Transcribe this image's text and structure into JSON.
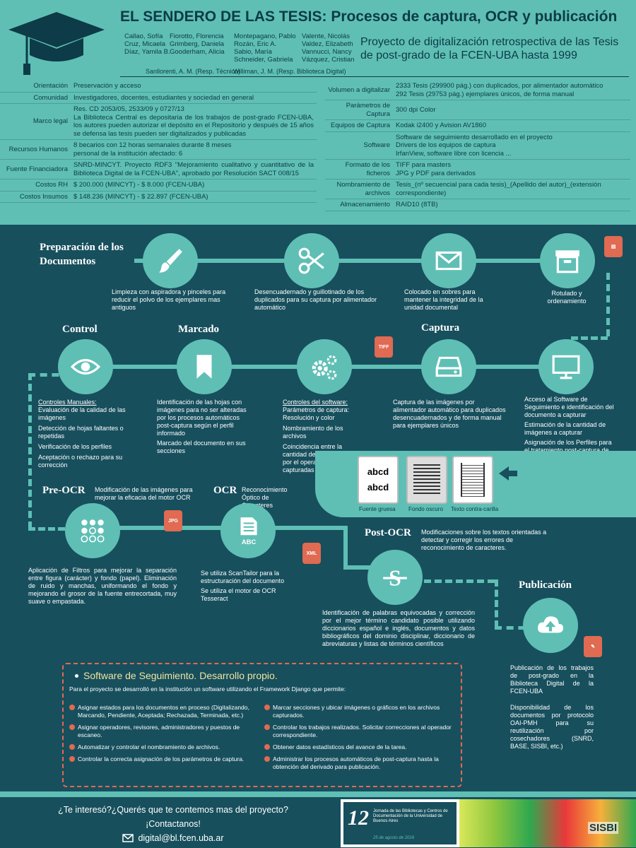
{
  "header": {
    "title": "EL SENDERO DE LAS TESIS: Procesos de captura, OCR y publicación",
    "authors_col1": "Callao, Sofía\nCruz, Micaela\nDíaz, Yamila B.",
    "authors_col2": "Fiorotto, Florencia\nGrimberg, Daniela\nGooderham, Alicia",
    "authors_col3": "Montepagano, Pablo\nRozán, Eric A.\nSabio, María\nSchneider, Gabriela",
    "authors_col4": "Valente, Nicolás\nValdez, Elizabeth\nVannucci, Nancy\nVázquez, Cristian",
    "subtitle": "Proyecto de digitalización retrospectiva de las Tesis de post-grado de la FCEN-UBA hasta 1999",
    "resp_tecnico": "Sanllorenti, A. M. (Resp. Técnico)",
    "resp_biblioteca": "Williman, J. M. (Resp. Biblioteca Digital)"
  },
  "info_left": [
    {
      "k": "Orientación",
      "v": "Preservación y acceso"
    },
    {
      "k": "Comunidad",
      "v": "Investigadores, docentes, estudiantes y sociedad en general"
    },
    {
      "k": "Marco legal",
      "v": "Res. CD 2053/05, 2533/09 y 0727/13\nLa Biblioteca Central es depositaria de los trabajos de post-grado FCEN-UBA, los autores pueden autorizar el depósito en el Repositorio y después de 15 años se defensa las tesis pueden ser digitalizados y publicadas"
    },
    {
      "k": "Recursos Humanos",
      "v": "8 becarios con 12 horas semanales durante 8 meses\npersonal de la institución afectado: 6"
    },
    {
      "k": "Fuente Financiadora",
      "v": "SNRD-MINCYT. Proyecto RDF3 \"Mejoramiento cualitativo y cuantitativo de la Biblioteca Digital de la FCEN-UBA\", aprobado por Resolución SACT 008/15"
    },
    {
      "k": "Costos RH",
      "v": "$ 200.000 (MINCYT)  -  $ 8.000 (FCEN-UBA)"
    },
    {
      "k": "Costos Insumos",
      "v": "$ 148.236 (MINCYT)  -  $ 22.897 (FCEN-UBA)"
    }
  ],
  "info_right": [
    {
      "k": "Volumen a digitalizar",
      "v": "2333 Tesis (299900 pág.) con duplicados, por alimentador automático\n292 Tesis (29753 pág.) ejemplares únicos, de forma manual"
    },
    {
      "k": "Parámetros de Captura",
      "v": "300 dpi Color"
    },
    {
      "k": "Equipos de Captura",
      "v": "Kodak i2400 y Avision AV1860"
    },
    {
      "k": "Software",
      "v": "Software de seguimiento desarrollado en el proyecto\nDrivers de los equipos de captura\nIrfanView, software libre con licencia ..."
    },
    {
      "k": "Formato de los ficheros",
      "v": "TIFF para masters\nJPG y PDF para derivados"
    },
    {
      "k": "Nombramiento de archivos",
      "v": "Tesis_(nº secuencial para cada tesis)_(Apellido del autor)_(extensión correspondiente)"
    },
    {
      "k": "Almacenamiento",
      "v": "RAID10  (8TB)"
    }
  ],
  "flow": {
    "preparacion_title": "Preparación de los Documentos",
    "prep1": "Limpieza con aspiradora y pinceles para reducir el polvo de los ejemplares mas antiguos",
    "prep2": "Desencuadernado y guillotinado de los duplicados para su captura por alimentador automático",
    "prep3": "Colocado en sobres para mantener la integridad de la unidad documental",
    "prep4": "Rotulado y ordenamiento",
    "control_title": "Control",
    "control_head": "Controles Manuales:",
    "control_items": [
      "Evaluación de la calidad de las imágenes",
      "Detección de hojas faltantes o repetidas",
      "Verificación de los perfiles",
      "Aceptación o rechazo para su corrección"
    ],
    "marcado_title": "Marcado",
    "marcado1": "Identificación de las hojas con imágenes para no ser alteradas por los procesos automáticos post-captura según el perfil informado",
    "marcado2": "Marcado del documento en sus secciones",
    "soft_head": "Controles del software:",
    "soft_items": [
      "Parámetros de captura: Resolución y color",
      "Nombramiento de los archivos",
      "Coincidencia entre la cantidad de hojas estimada por el operador y las capturadas"
    ],
    "captura_title": "Captura",
    "captura1": "Captura de las imágenes por alimentador automático para duplicados desencuadernados y de forma manual para ejemplares únicos",
    "acceso1": "Acceso al Software de Seguimiento  e identificación del documento a capturar",
    "acceso2": "Estimación de la cantidad de imágenes a capturar",
    "acceso3": "Asignación de los Perfiles para el tratamiento post-captura de las imágenes según las particularidades del material",
    "sample1": "Fuente gruesa",
    "sample2": "Fondo oscuro",
    "sample3": "Texto contra-carilla",
    "sample_text": "abcd",
    "preocr_title": "Pre-OCR",
    "preocr_sub": "Modificación de las imágenes para mejorar la eficacia del motor OCR",
    "preocr_desc": "Aplicación de Filtros para mejorar la separación entre figura (carácter) y fondo (papel). Eliminación de ruido y manchas, uniformando el fondo y mejorando el grosor de la fuente entrecortada, muy suave o empastada.",
    "ocr_title": "OCR",
    "ocr_sub": "Reconocimiento Óptico de Caracteres",
    "ocr_desc1": "Se utiliza ScanTailor para la estructuración del documento",
    "ocr_desc2": "Se utiliza el motor de OCR Tesseract",
    "ocr_abc": "ABC",
    "postocr_title": "Post-OCR",
    "postocr_sub": "Modificaciones sobre los textos orientadas a detectar y corregir los errores  de reconocimiento de caracteres.",
    "postocr_desc": "Identificación de palabras equivocadas y corrección por el mejor término candidato posible utilizando diccionarios español e inglés, documentos y datos bibliográficos del dominio disciplinar, diccionario de abreviaturas y listas de términos científicos",
    "pub_title": "Publicación",
    "pub_desc1": "Publicación de los trabajos de post-grado en la Biblioteca Digital de la FCEN-UBA",
    "pub_desc2": "Disponibilidad de los documentos por protocolo OAI-PMH para su reutilización por cosechadores (SNRD, BASE, SISBI, etc.)",
    "badge_tiff": "TIFF",
    "badge_jpg": "JPG",
    "badge_xml": "XML"
  },
  "software": {
    "title": "Software de Seguimiento. Desarrollo propio.",
    "intro": "Para el proyecto se desarrolló en la institución un software utilizando el Framework Django que permite:",
    "left": [
      "Asignar estados para los documentos en proceso (Digitalizando, Marcando, Pendiente, Aceptada; Rechazada, Terminada, etc.)",
      "Asignar operadores, revisores, administradores  y puestos de escaneo.",
      "Automatizar y controlar el nombramiento de archivos.",
      "Controlar la correcta asignación de los parámetros de captura."
    ],
    "right": [
      "Marcar secciones y ubicar imágenes o gráficos en los archivos capturados.",
      "Controlar los trabajos realizados. Solicitar correcciones al operador correspondiente.",
      "Obtener datos estadísticos del avance de la tarea.",
      "Administrar los procesos automáticos de post-captura hasta la obtención del derivado para publicación."
    ]
  },
  "footer": {
    "question": "¿Te interesó?¿Querés que te contemos mas del proyecto?",
    "contact": "¡Contactanos!",
    "email": "digital@bl.fcen.uba.ar",
    "logo_jornada": "Jornada de las Bibliotecas y Centros de Documentación de la Universidad de Buenos Aires",
    "logo_date": "25 de agosto de 2016",
    "logo_sisbi": "SISBI"
  },
  "colors": {
    "teal": "#5fbfb5",
    "dark": "#174f5d",
    "accent": "#e06a52"
  }
}
